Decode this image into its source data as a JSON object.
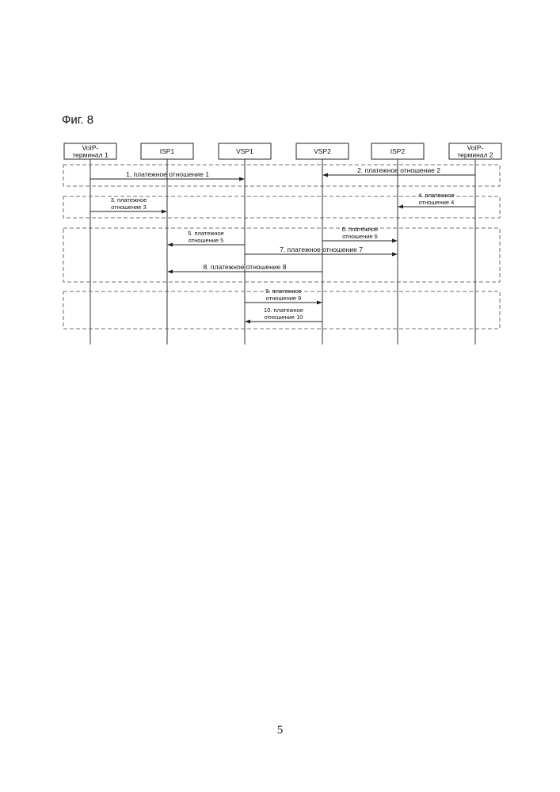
{
  "figure_title": "Фиг. 8",
  "page_number": "5",
  "entities": [
    {
      "id": "voip1",
      "lines": [
        "VoIP-",
        "терминал 1"
      ]
    },
    {
      "id": "isp1",
      "lines": [
        "ISP1"
      ]
    },
    {
      "id": "vsp1",
      "lines": [
        "VSP1"
      ]
    },
    {
      "id": "vsp2",
      "lines": [
        "VSP2"
      ]
    },
    {
      "id": "isp2",
      "lines": [
        "ISP2"
      ]
    },
    {
      "id": "voip2",
      "lines": [
        "VoIP-",
        "терминал 2"
      ]
    }
  ],
  "groups": [
    {
      "messages": [
        0,
        1
      ]
    },
    {
      "messages": [
        2,
        3
      ]
    },
    {
      "messages": [
        4,
        5,
        6,
        7
      ]
    },
    {
      "messages": [
        8,
        9
      ]
    }
  ],
  "messages": [
    {
      "from": "voip1",
      "to": "vsp1",
      "lines": [
        "1. платежное отношение 1"
      ]
    },
    {
      "from": "voip2",
      "to": "vsp2",
      "lines": [
        "2. платежное отношение 2"
      ]
    },
    {
      "from": "voip1",
      "to": "isp1",
      "lines": [
        "3. платежное",
        "отношение  3"
      ]
    },
    {
      "from": "voip2",
      "to": "isp2",
      "lines": [
        "4. платежное",
        "отношение 4"
      ]
    },
    {
      "from": "vsp1",
      "to": "isp1",
      "lines": [
        "5. платежное",
        "отношение 5"
      ]
    },
    {
      "from": "vsp2",
      "to": "isp2",
      "lines": [
        "6. платежное",
        "отношение 6"
      ]
    },
    {
      "from": "vsp1",
      "to": "isp2",
      "lines": [
        "7. платежное отношение 7"
      ]
    },
    {
      "from": "vsp2",
      "to": "isp1",
      "lines": [
        "8. платежное отношение 8"
      ]
    },
    {
      "from": "vsp1",
      "to": "vsp2",
      "lines": [
        "9. платежное",
        "отношение 9"
      ]
    },
    {
      "from": "vsp2",
      "to": "vsp1",
      "lines": [
        "10. платежное",
        "отношение 10"
      ]
    }
  ]
}
